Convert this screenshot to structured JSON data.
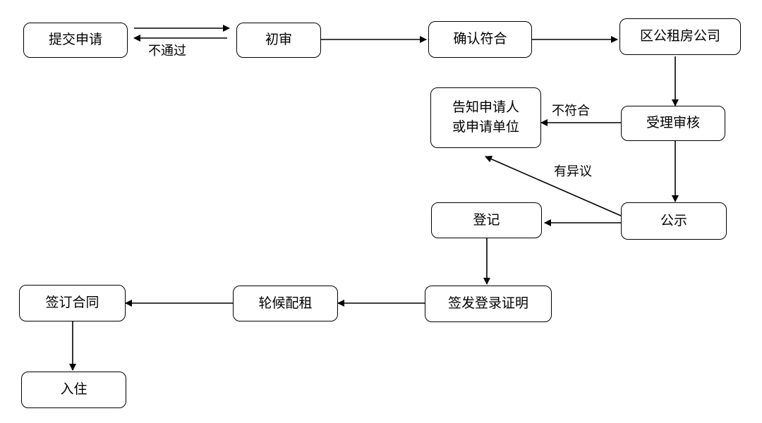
{
  "nodes": {
    "submit": "提交申请",
    "first_review": "初审",
    "confirm": "确认符合",
    "district_company": "区公租房公司",
    "accept_review": "受理审核",
    "notify_line1": "告知申请人",
    "notify_line2": "或申请单位",
    "publicize": "公示",
    "register": "登记",
    "issue_proof": "签发登录证明",
    "queue_allocate": "轮候配租",
    "sign_contract": "签订合同",
    "move_in": "入住"
  },
  "edge_labels": {
    "not_pass": "不通过",
    "not_match": "不符合",
    "objection": "有异议"
  }
}
